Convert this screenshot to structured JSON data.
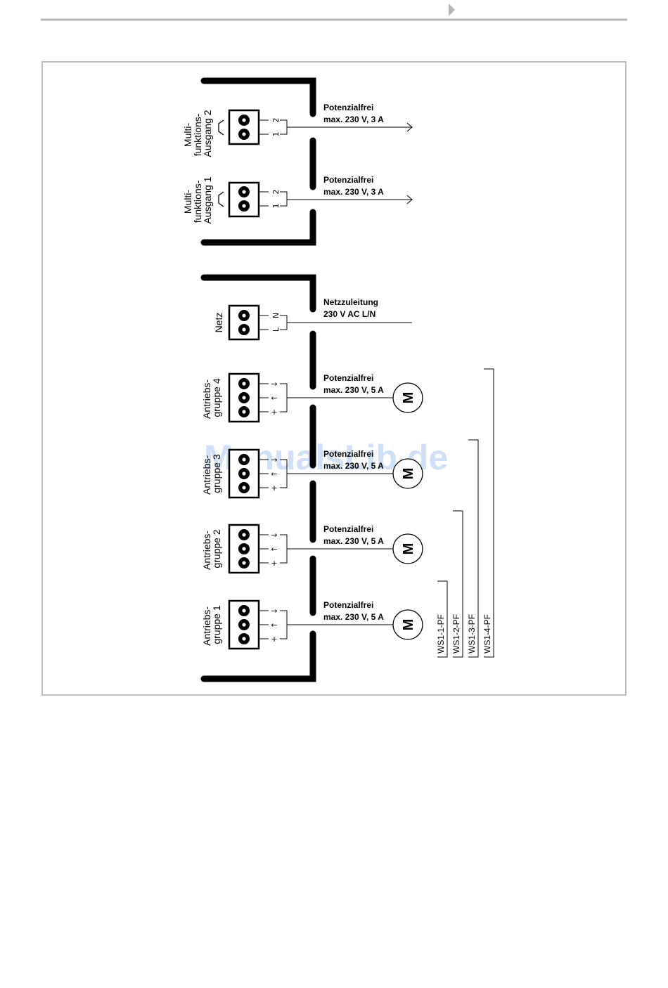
{
  "watermark": "ManualsLib.de",
  "multi_outputs": [
    {
      "label_lines": [
        "Multi-",
        "funktions-",
        "Ausgang 2"
      ],
      "pins": [
        "2",
        "1"
      ],
      "desc": [
        "Potenzialfrei",
        "max. 230 V, 3 A"
      ]
    },
    {
      "label_lines": [
        "Multi-",
        "funktions-",
        "Ausgang 1"
      ],
      "pins": [
        "2",
        "1"
      ],
      "desc": [
        "Potenzialfrei",
        "max. 230 V, 3 A"
      ]
    }
  ],
  "netz": {
    "label": "Netz",
    "pins": [
      "N",
      "L"
    ],
    "desc": [
      "Netzzuleitung",
      "230 V AC L/N"
    ]
  },
  "drive_groups": [
    {
      "label_lines": [
        "Antriebs-",
        "gruppe 4"
      ],
      "pins": [
        "→",
        "←",
        "+"
      ],
      "desc": [
        "Potenzialfrei",
        "max. 230 V, 5 A"
      ],
      "motor": "M"
    },
    {
      "label_lines": [
        "Antriebs-",
        "gruppe 3"
      ],
      "pins": [
        "→",
        "←",
        "+"
      ],
      "desc": [
        "Potenzialfrei",
        "max. 230 V, 5 A"
      ],
      "motor": "M"
    },
    {
      "label_lines": [
        "Antriebs-",
        "gruppe 2"
      ],
      "pins": [
        "→",
        "←",
        "+"
      ],
      "desc": [
        "Potenzialfrei",
        "max. 230 V, 5 A"
      ],
      "motor": "M"
    },
    {
      "label_lines": [
        "Antriebs-",
        "gruppe 1"
      ],
      "pins": [
        "→",
        "←",
        "+"
      ],
      "desc": [
        "Potenzialfrei",
        "max. 230 V, 5 A"
      ],
      "motor": "M"
    }
  ],
  "models": [
    "WS1-1-PF",
    "WS1-2-PF",
    "WS1-3-PF",
    "WS1-4-PF"
  ]
}
